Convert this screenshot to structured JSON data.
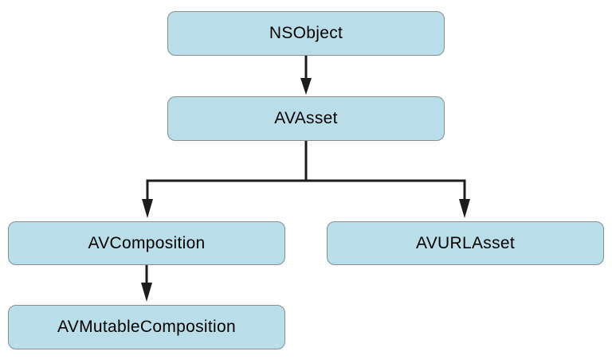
{
  "diagram": {
    "colors": {
      "node_fill": "#badee9",
      "node_border": "#8a8e90",
      "connector": "#1c1c1c",
      "background": "#ffffff",
      "label_color": "#000000"
    },
    "nodes": {
      "nsobject": {
        "label": "NSObject"
      },
      "avasset": {
        "label": "AVAsset"
      },
      "avcomposition": {
        "label": "AVComposition"
      },
      "avurlasset": {
        "label": "AVURLAsset"
      },
      "avmutablecomposition": {
        "label": "AVMutableComposition"
      }
    },
    "edges": [
      {
        "from": "NSObject",
        "to": "AVAsset"
      },
      {
        "from": "AVAsset",
        "to": "AVComposition"
      },
      {
        "from": "AVAsset",
        "to": "AVURLAsset"
      },
      {
        "from": "AVComposition",
        "to": "AVMutableComposition"
      }
    ]
  }
}
